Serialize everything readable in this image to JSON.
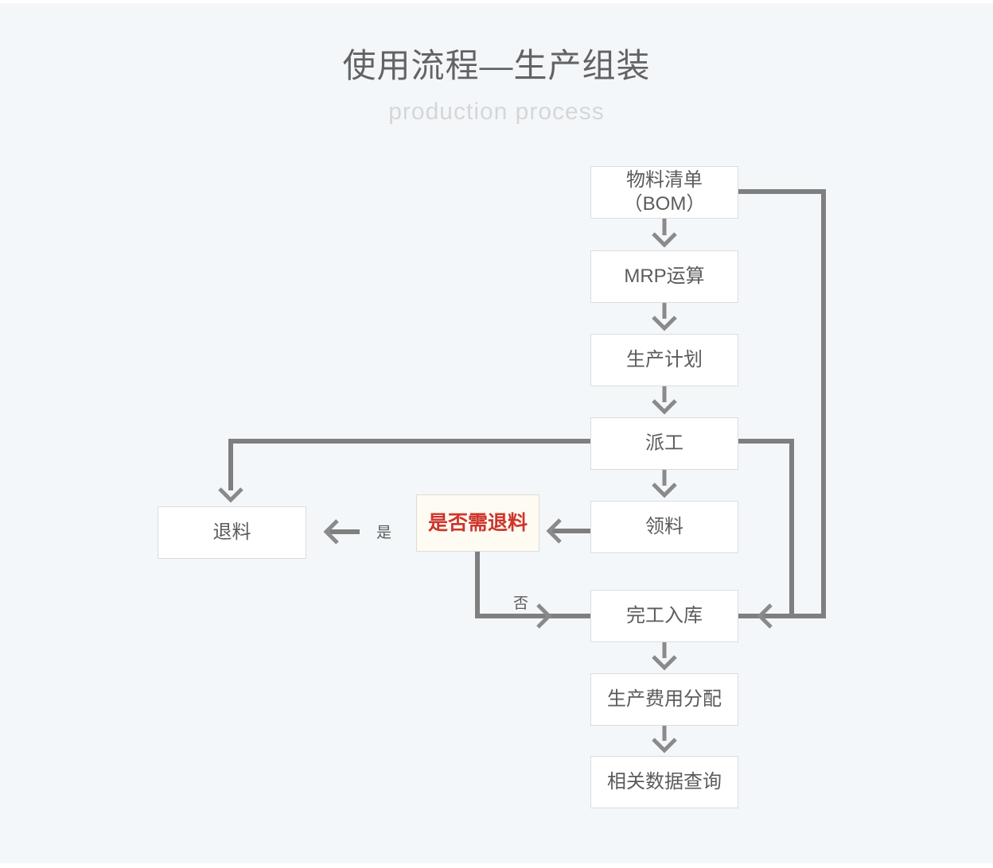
{
  "page": {
    "title": "使用流程—生产组装",
    "subtitle": "production process"
  },
  "colors": {
    "line": "#7f7f7f",
    "arrow": "#8a8a8a",
    "box_border": "#dcdcdc",
    "box_text": "#5b5b5b",
    "decision_text": "#cd352c",
    "decision_bg": "#fdfbf2",
    "decision_border": "#dedbd2",
    "title_text": "#636363",
    "subtitle_text": "#d6d6d6",
    "page_bg": "#f4f7fa"
  },
  "nodes": {
    "bom": {
      "label": "物料清单\n（BOM）"
    },
    "mrp": {
      "label": "MRP运算"
    },
    "plan": {
      "label": "生产计划"
    },
    "dispatch": {
      "label": "派工"
    },
    "pick": {
      "label": "领料"
    },
    "decision": {
      "label": "是否需退料"
    },
    "return": {
      "label": "退料"
    },
    "finish": {
      "label": "完工入库"
    },
    "cost": {
      "label": "生产费用分配"
    },
    "query": {
      "label": "相关数据查询"
    }
  },
  "branch": {
    "yes": "是",
    "no": "否"
  },
  "edges": [
    {
      "from": "物料清单（BOM）",
      "to": "MRP运算"
    },
    {
      "from": "MRP运算",
      "to": "生产计划"
    },
    {
      "from": "生产计划",
      "to": "派工"
    },
    {
      "from": "派工",
      "to": "领料"
    },
    {
      "from": "领料",
      "to": "是否需退料"
    },
    {
      "from": "是否需退料",
      "to": "退料",
      "label": "是"
    },
    {
      "from": "是否需退料",
      "to": "完工入库",
      "label": "否"
    },
    {
      "from": "派工",
      "to": "退料"
    },
    {
      "from": "派工",
      "to": "完工入库"
    },
    {
      "from": "物料清单（BOM）",
      "to": "完工入库"
    },
    {
      "from": "完工入库",
      "to": "生产费用分配"
    },
    {
      "from": "生产费用分配",
      "to": "相关数据查询"
    }
  ]
}
